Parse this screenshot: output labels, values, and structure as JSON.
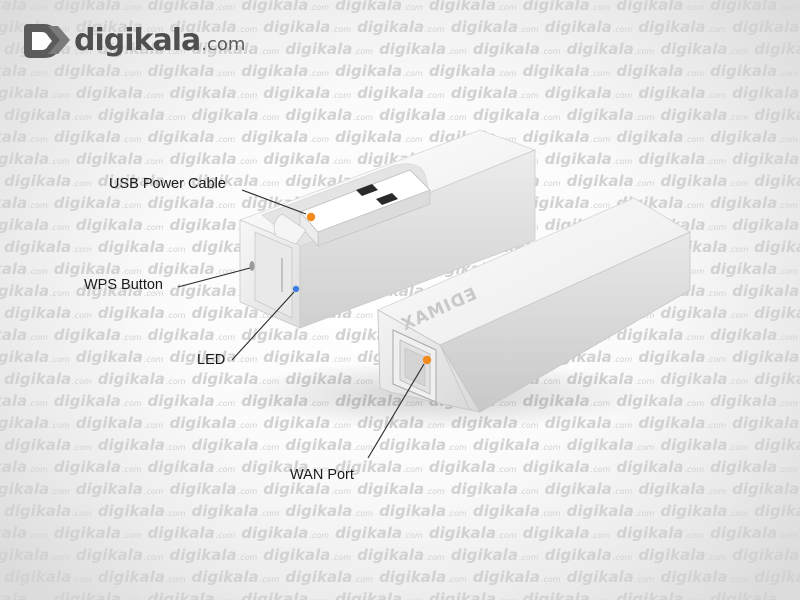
{
  "logo": {
    "name": "digikala",
    "suffix": ".com"
  },
  "watermark": {
    "word": "digikala",
    "small": ".com"
  },
  "device": {
    "brand": "EDIMAX"
  },
  "callouts": [
    {
      "label": "USB Power Cable"
    },
    {
      "label": "WPS Button"
    },
    {
      "label": "LED"
    },
    {
      "label": "WAN Port"
    }
  ],
  "colors": {
    "orange_marker": "#f28a1e",
    "blue_led": "#3f7fe0",
    "device_white": "#f2f2f2",
    "label_text": "#1a1a1a",
    "watermark": "#d2d2d2"
  }
}
